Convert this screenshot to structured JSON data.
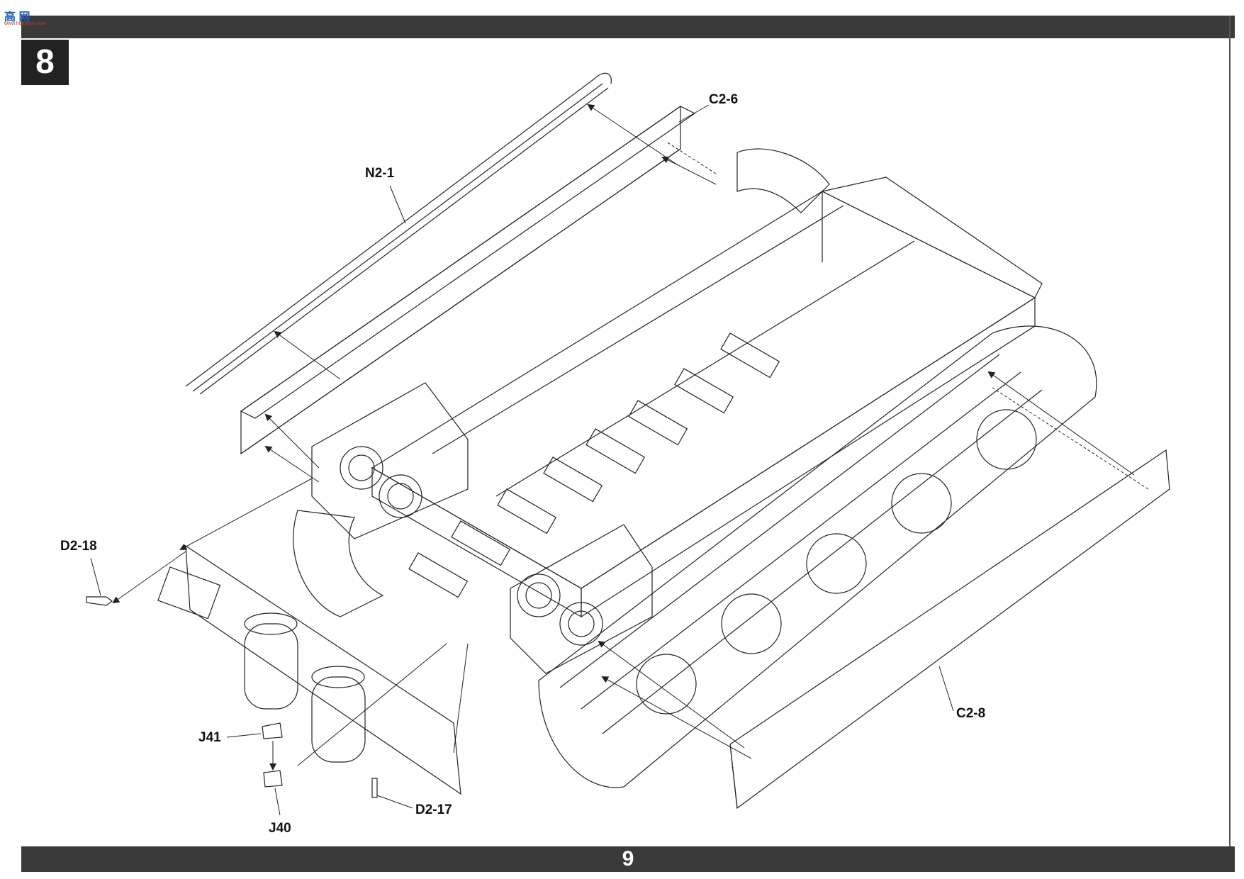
{
  "header": {
    "step_number": "8",
    "logo_text": "高 网",
    "logo_small": "www.hobbyen.com"
  },
  "footer": {
    "page_number": "9"
  },
  "labels": {
    "c2_6": "C2-6",
    "n2_1": "N2-1",
    "d2_18": "D2-18",
    "j41": "J41",
    "j40": "J40",
    "d2_17": "D2-17",
    "c2_8": "C2-8"
  },
  "colors": {
    "bars": "#3a3a3a",
    "line": "#222222"
  }
}
